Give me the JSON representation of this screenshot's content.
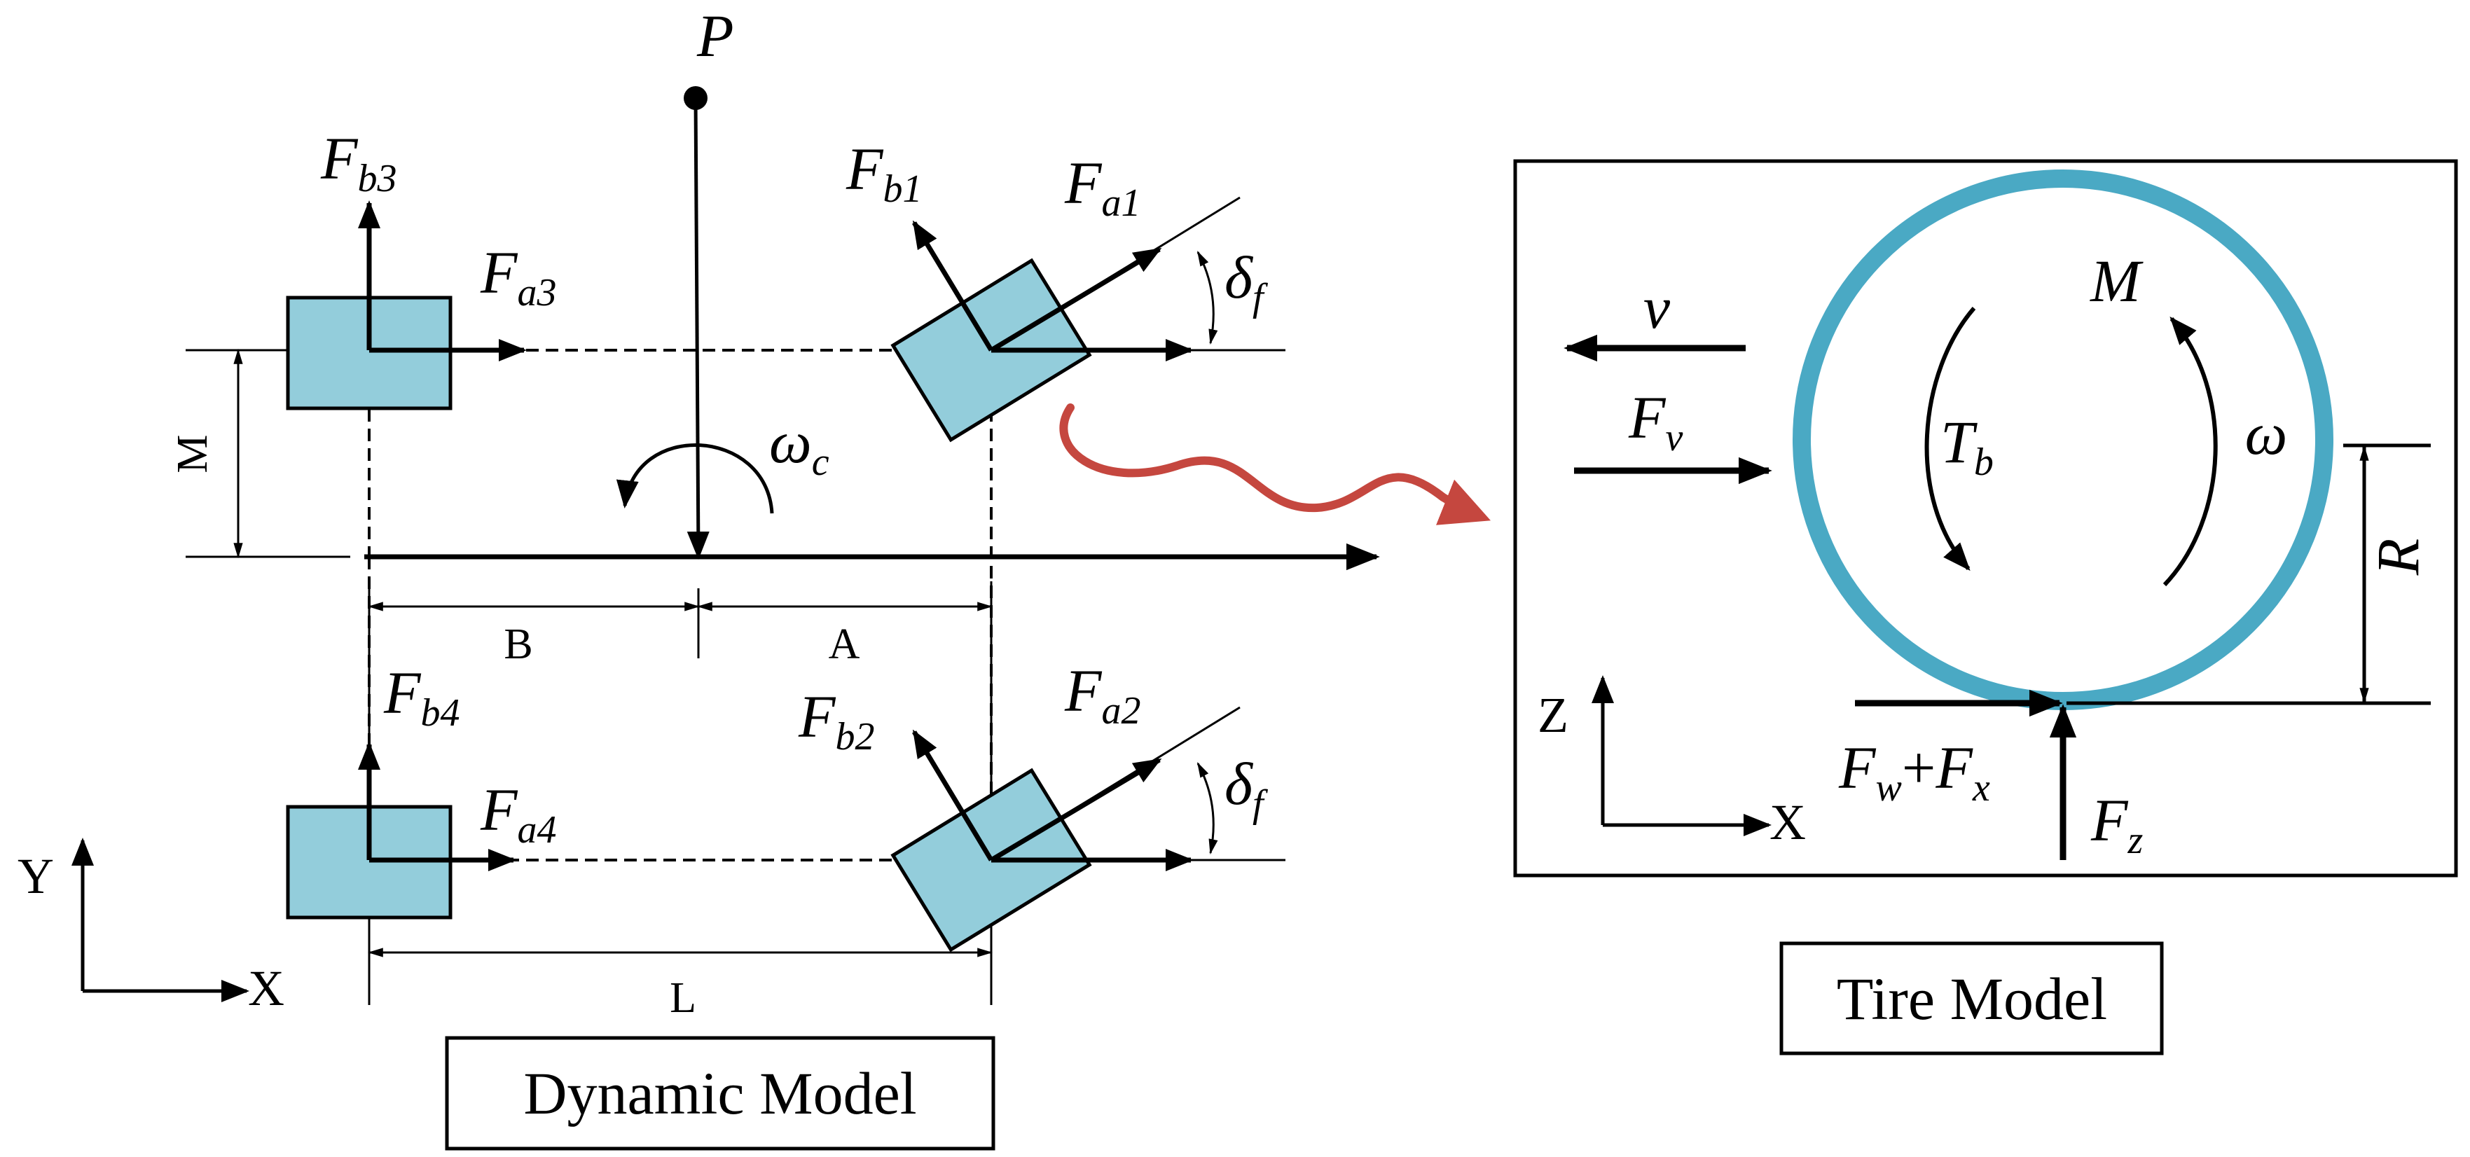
{
  "colors": {
    "wheel_fill": "#93cddb",
    "tire_ring": "#4aa9c4",
    "wavy_arrow": "#c5473f",
    "line": "#000000"
  },
  "dynamic_model": {
    "title": "Dynamic Model",
    "point_label": "P",
    "yaw_rate": {
      "symbol": "ω",
      "sub": "c"
    },
    "dimensions": {
      "track": "M",
      "rear_dist": "B",
      "front_dist": "A",
      "wheelbase": "L"
    },
    "steer_angle": {
      "symbol": "δ",
      "sub": "f"
    },
    "forces": {
      "fb1": {
        "symbol": "F",
        "sub": "b1"
      },
      "fa1": {
        "symbol": "F",
        "sub": "a1"
      },
      "fb2": {
        "symbol": "F",
        "sub": "b2"
      },
      "fa2": {
        "symbol": "F",
        "sub": "a2"
      },
      "fb3": {
        "symbol": "F",
        "sub": "b3"
      },
      "fa3": {
        "symbol": "F",
        "sub": "a3"
      },
      "fb4": {
        "symbol": "F",
        "sub": "b4"
      },
      "fa4": {
        "symbol": "F",
        "sub": "a4"
      }
    },
    "axes": {
      "x": "X",
      "y": "Y"
    }
  },
  "tire_model": {
    "title": "Tire Model",
    "velocity": "v",
    "force_v": {
      "symbol": "F",
      "sub": "v"
    },
    "moment": "M",
    "brake_torque": {
      "symbol": "T",
      "sub": "b"
    },
    "angular_velocity": "ω",
    "radius": "R",
    "ground_force": {
      "f1": "F",
      "s1": "w",
      "plus": "+",
      "f2": "F",
      "s2": "x"
    },
    "normal_force": {
      "symbol": "F",
      "sub": "z"
    },
    "axes": {
      "x": "X",
      "z": "Z"
    }
  }
}
